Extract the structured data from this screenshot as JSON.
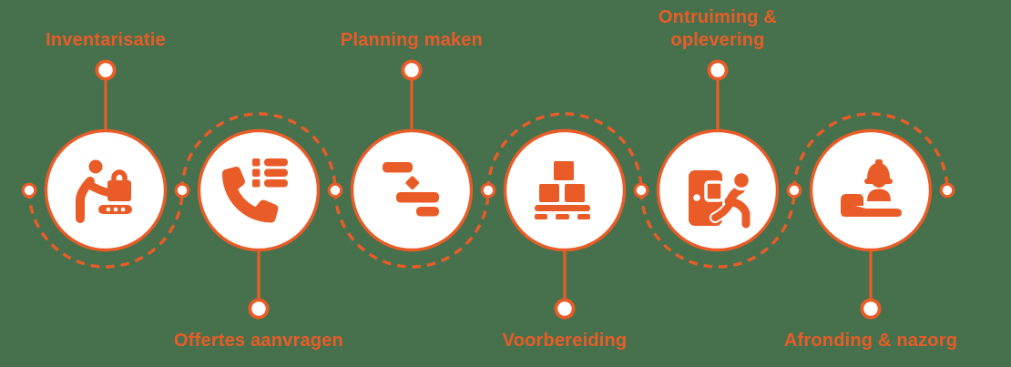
{
  "colors": {
    "accent": "#E95C28",
    "background": "#47714C",
    "circle": "#FFFFFF"
  },
  "steps": [
    {
      "label": "Inventarisatie",
      "position": "top",
      "icon": "inventory-person-luggage-icon"
    },
    {
      "label": "Offertes aanvragen",
      "position": "bottom",
      "icon": "phone-checklist-icon"
    },
    {
      "label": "Planning maken",
      "position": "top",
      "icon": "gantt-chart-icon"
    },
    {
      "label": "Voorbereiding",
      "position": "bottom",
      "icon": "pallet-boxes-icon"
    },
    {
      "label": "Ontruiming &\noplevering",
      "position": "top",
      "icon": "person-moving-out-door-icon"
    },
    {
      "label": "Afronding & nazorg",
      "position": "bottom",
      "icon": "construction-worker-cleanup-icon"
    }
  ]
}
